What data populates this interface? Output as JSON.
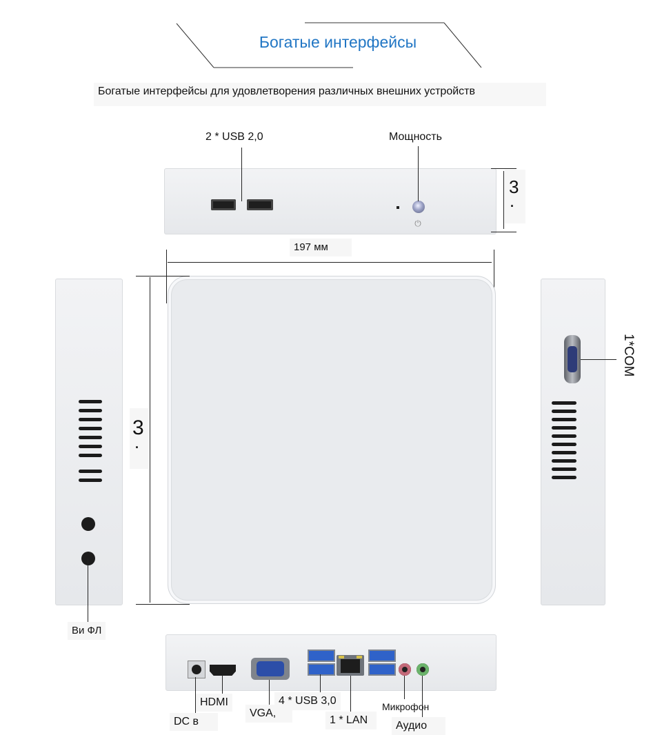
{
  "header": {
    "title": "Богатые интерфейсы",
    "subtitle": "Богатые интерфейсы для удовлетворения различных внешних устройств"
  },
  "top_view": {
    "usb2_label": "2 * USB 2,0",
    "power_label": "Мощность",
    "height_dim": "3",
    "height_dot": ".",
    "width_dim": "197 мм"
  },
  "left_view": {
    "depth_dim": "3",
    "depth_dot": ".",
    "wifi_label": "Ви ФЛ"
  },
  "right_view": {
    "com_label": "1*COM"
  },
  "bottom_view": {
    "hdmi_label": "HDMI",
    "dc_label": "DC в",
    "vga_label": "VGA,",
    "usb3_label": "4 * USB 3,0",
    "lan_label": "1 * LAN",
    "mic_label": "Микрофон",
    "audio_label": "Аудио"
  },
  "colors": {
    "title": "#2176c4",
    "chassis": "#eceef1",
    "vga_port": "#2c4ea8",
    "usb3_port": "#2f62c9",
    "lan_led": "#d8c24a",
    "mic_jack": "#c46a7a",
    "audio_jack": "#6bb36b"
  }
}
